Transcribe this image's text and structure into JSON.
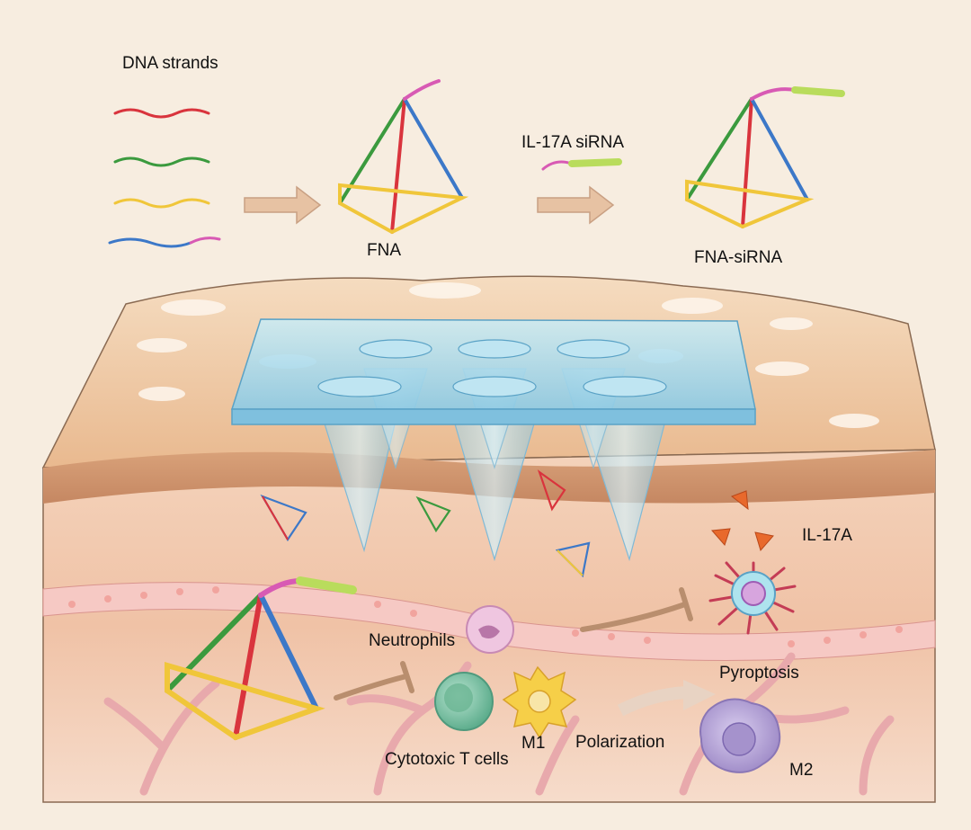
{
  "labels": {
    "dna_strands": "DNA strands",
    "fna": "FNA",
    "il17a_sirna": "IL-17A siRNA",
    "fna_sirna": "FNA-siRNA",
    "il17a": "IL-17A",
    "neutrophils": "Neutrophils",
    "pyroptosis": "Pyroptosis",
    "m1": "M1",
    "polarization": "Polarization",
    "cytotoxic_t_cells": "Cytotoxic T cells",
    "m2": "M2"
  },
  "colors": {
    "strand_red": "#d9343d",
    "strand_green": "#3b9a3e",
    "strand_yellow": "#f0c63a",
    "strand_blue": "#3c78c8",
    "strand_pink": "#d85ab4",
    "sirna_green": "#b9dc5c",
    "arrow_tan": "#e7c2a3",
    "skin_top": "#f3d6b8",
    "dermis": "#f0c3a6",
    "needle_patch": "#9fd3ea",
    "vessel": "#e7a9ac",
    "il17a_orange": "#e8692c",
    "t_cell": "#7cc2a3",
    "m1_yellow": "#f6cf48",
    "m2_purple": "#b7a6d6",
    "neutrophil_pink": "#e9b9d8"
  }
}
